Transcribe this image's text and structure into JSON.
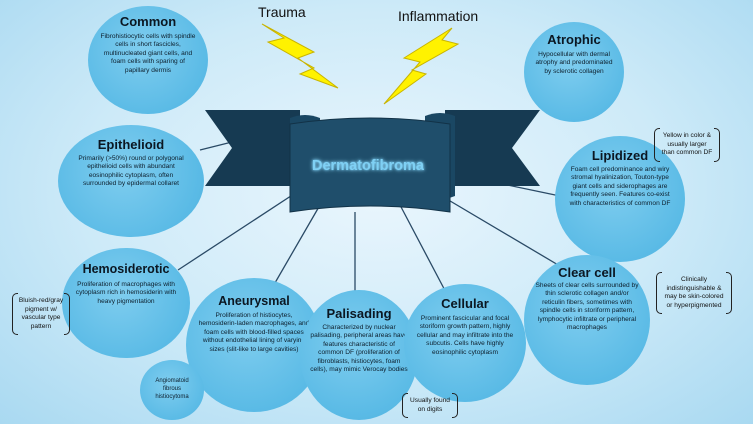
{
  "center": {
    "title": "Dermatofibroma"
  },
  "triggers": {
    "left": "Trauma",
    "right": "Inflammation"
  },
  "variants": {
    "common": {
      "title": "Common",
      "desc": "Fibrohistiocytic cells with spindle cells in short fascicles, multinucleated giant cells, and foam cells with sparing of papillary dermis"
    },
    "atrophic": {
      "title": "Atrophic",
      "desc": "Hypocellular with dermal atrophy and predominated by sclerotic collagen"
    },
    "epithelioid": {
      "title": "Epithelioid",
      "desc": "Primarily (>50%) round or polygonal epithelioid cells with abundant eosinophilic cytoplasm, often surrounded by epidermal collaret"
    },
    "lipidized": {
      "title": "Lipidized",
      "desc": "Foam cell predominance and wiry stromal hyalinization, Touton-type giant cells and siderophages are frequently seen. Features co-exist with characteristics of common DF"
    },
    "hemosiderotic": {
      "title": "Hemosiderotic",
      "desc": "Proliferation of macrophages with cytoplasm rich in hemosiderin with heavy pigmentation"
    },
    "aneurysmal": {
      "title": "Aneurysmal",
      "desc": "Proliferation of histiocytes, hemosiderin-laden macrophages, and foam cells with blood-filled spaces without endothelial lining of varying sizes (slit-like to large cavities)"
    },
    "palisading": {
      "title": "Palisading",
      "desc": "Characterized by nuclear palisading, peripheral areas have features characteristic of common DF (proliferation of fibroblasts, histiocytes, foam cells), may mimic Verocay bodies"
    },
    "cellular": {
      "title": "Cellular",
      "desc": "Prominent fascicular and focal storiform growth pattern, highly cellular and may infiltrate into the subcutis. Cells have highly eosinophilic cytoplasm"
    },
    "clear_cell": {
      "title": "Clear cell",
      "desc": "Sheets of clear cells surrounded by thin sclerotic collagen and/or reticulin fibers, sometimes with spindle cells in storiform pattern, lymphocytic infiltrate or peripheral macrophages"
    },
    "angiomatoid": {
      "desc": "Angiomatoid fibrous histiocytoma"
    }
  },
  "notes": {
    "lipidized": "Yellow in color & usually larger than common DF",
    "hemosiderotic": "Bluish-red/gray pigment w/ vascular type pattern",
    "cellular": "Usually found on digits",
    "clear_cell": "Clinically indistinguishable & may be skin-colored or hyperpigmented"
  },
  "colors": {
    "bubble": "#5bbbe6",
    "banner": "#1f4e6b",
    "banner_dark": "#163a52",
    "lightning": "#ffee00",
    "title_glow": "#7fd0f4"
  },
  "icons": {
    "lightning_left": "lightning-bolt-icon",
    "lightning_right": "lightning-bolt-icon"
  }
}
